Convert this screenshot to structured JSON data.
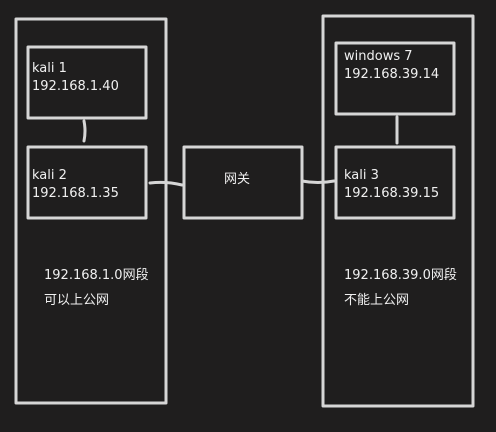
{
  "network_left": {
    "kali1": {
      "name": "kali 1",
      "ip": "192.168.1.40"
    },
    "kali2": {
      "name": "kali 2",
      "ip": "192.168.1.35"
    },
    "segment": "192.168.1.0网段",
    "internet": "可以上公网"
  },
  "gateway": {
    "label": "网关"
  },
  "network_right": {
    "win7": {
      "name": "windows 7",
      "ip": "192.168.39.14"
    },
    "kali3": {
      "name": "kali 3",
      "ip": "192.168.39.15"
    },
    "segment": "192.168.39.0网段",
    "internet": "不能上公网"
  },
  "colors": {
    "background": "#1f1e1e",
    "stroke": "#d9d9d9",
    "text": "#f0f0f0"
  }
}
